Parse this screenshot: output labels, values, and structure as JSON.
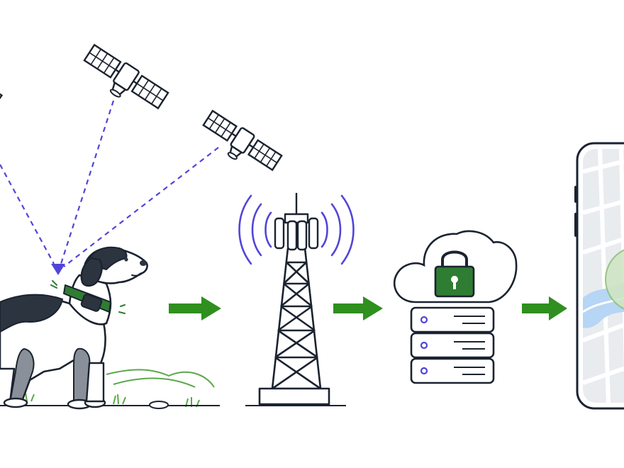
{
  "diagram": {
    "stages": [
      {
        "id": "satellites",
        "icon": "satellite-icon",
        "count": 3
      },
      {
        "id": "dog-gps-collar",
        "icon": "dog-icon"
      },
      {
        "id": "cell-tower",
        "icon": "cell-tower-icon"
      },
      {
        "id": "secure-cloud-server",
        "icon": "cloud-lock-server-icon"
      },
      {
        "id": "smartphone-map",
        "icon": "smartphone-map-icon"
      }
    ],
    "flow_arrows": 3,
    "server_units": 3
  },
  "colors": {
    "ink": "#1b2330",
    "signal": "#5145d8",
    "arrow": "#2f8f1f",
    "collar": "#2e7d32",
    "lock": "#2e7d32",
    "dog_dark": "#2c3440",
    "dog_gray": "#8a9099",
    "grass": "#5aa84a",
    "map_base": "#e9ecef",
    "map_road": "#ffffff",
    "map_water": "#b7d5f5",
    "map_park": "#cfe5c4",
    "server_led": "#5145d8"
  }
}
